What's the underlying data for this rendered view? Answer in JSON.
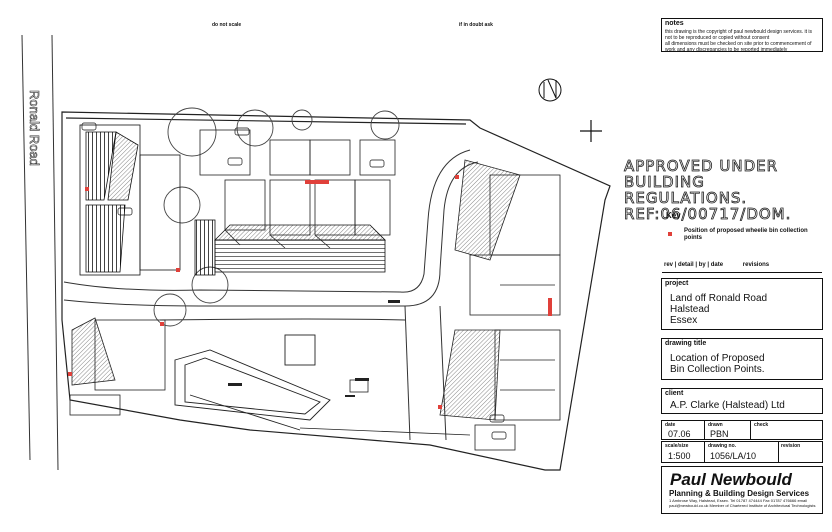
{
  "drawing": {
    "top_notes": [
      "do not scale",
      "if in doubt ask"
    ],
    "road_name": "Ronald Road",
    "stamp_lines": [
      "APPROVED UNDER",
      "BUILDING REGULATIONS.",
      "REF:06/00717/DOM."
    ]
  },
  "title_block": {
    "notes_label": "notes",
    "notes_text": [
      "this drawing is the copyright of paul newbould design services. it is not to be reproduced or copied without consent",
      "all dimensions must be checked on site prior to commencement of work and any discrepancies to be reported immediately"
    ],
    "key_label": "Key",
    "key_item": "Position of proposed wheelie bin collection points",
    "key_color": "#e0403a",
    "revision_row": [
      "rev",
      "detail",
      "by",
      "date",
      "revisions"
    ],
    "project_label": "project",
    "project_lines": [
      "Land off Ronald Road",
      "Halstead",
      "Essex"
    ],
    "drawing_title_label": "drawing title",
    "drawing_title_lines": [
      "Location of Proposed",
      "Bin Collection Points."
    ],
    "client_label": "client",
    "client": "A.P. Clarke (Halstead) Ltd",
    "date_label": "date",
    "date": "07.06",
    "drawn_label": "drawn",
    "drawn": "PBN",
    "check_label": "check",
    "check": "",
    "scale_label": "scale/size",
    "scale": "1:500",
    "drawing_no_label": "drawing no.",
    "drawing_no": "1056/LA/10",
    "revision_label": "revision",
    "revision": "",
    "company_name": "Paul Newbould",
    "company_sub": "Planning & Building Design Services",
    "company_small": "1 Ambrose Way, Halstead, Essex. Tel 01787 474444 Fax 01787 476666 email paul@newbould.co.uk Member of Chartered Institute of Architectural Technologists"
  }
}
